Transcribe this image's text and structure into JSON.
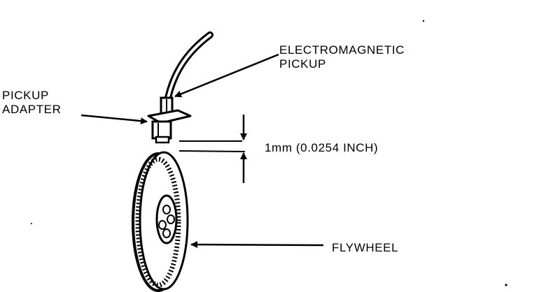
{
  "labels": {
    "electromagnetic_pickup": [
      "ELECTROMAGNETIC",
      "PICKUP"
    ],
    "pickup_adapter": [
      "PICKUP",
      "ADAPTER"
    ],
    "gap": "1mm (0.0254 INCH)",
    "flywheel": "FLYWHEEL"
  },
  "colors": {
    "ink": "#000000",
    "paper": "#ffffff"
  }
}
